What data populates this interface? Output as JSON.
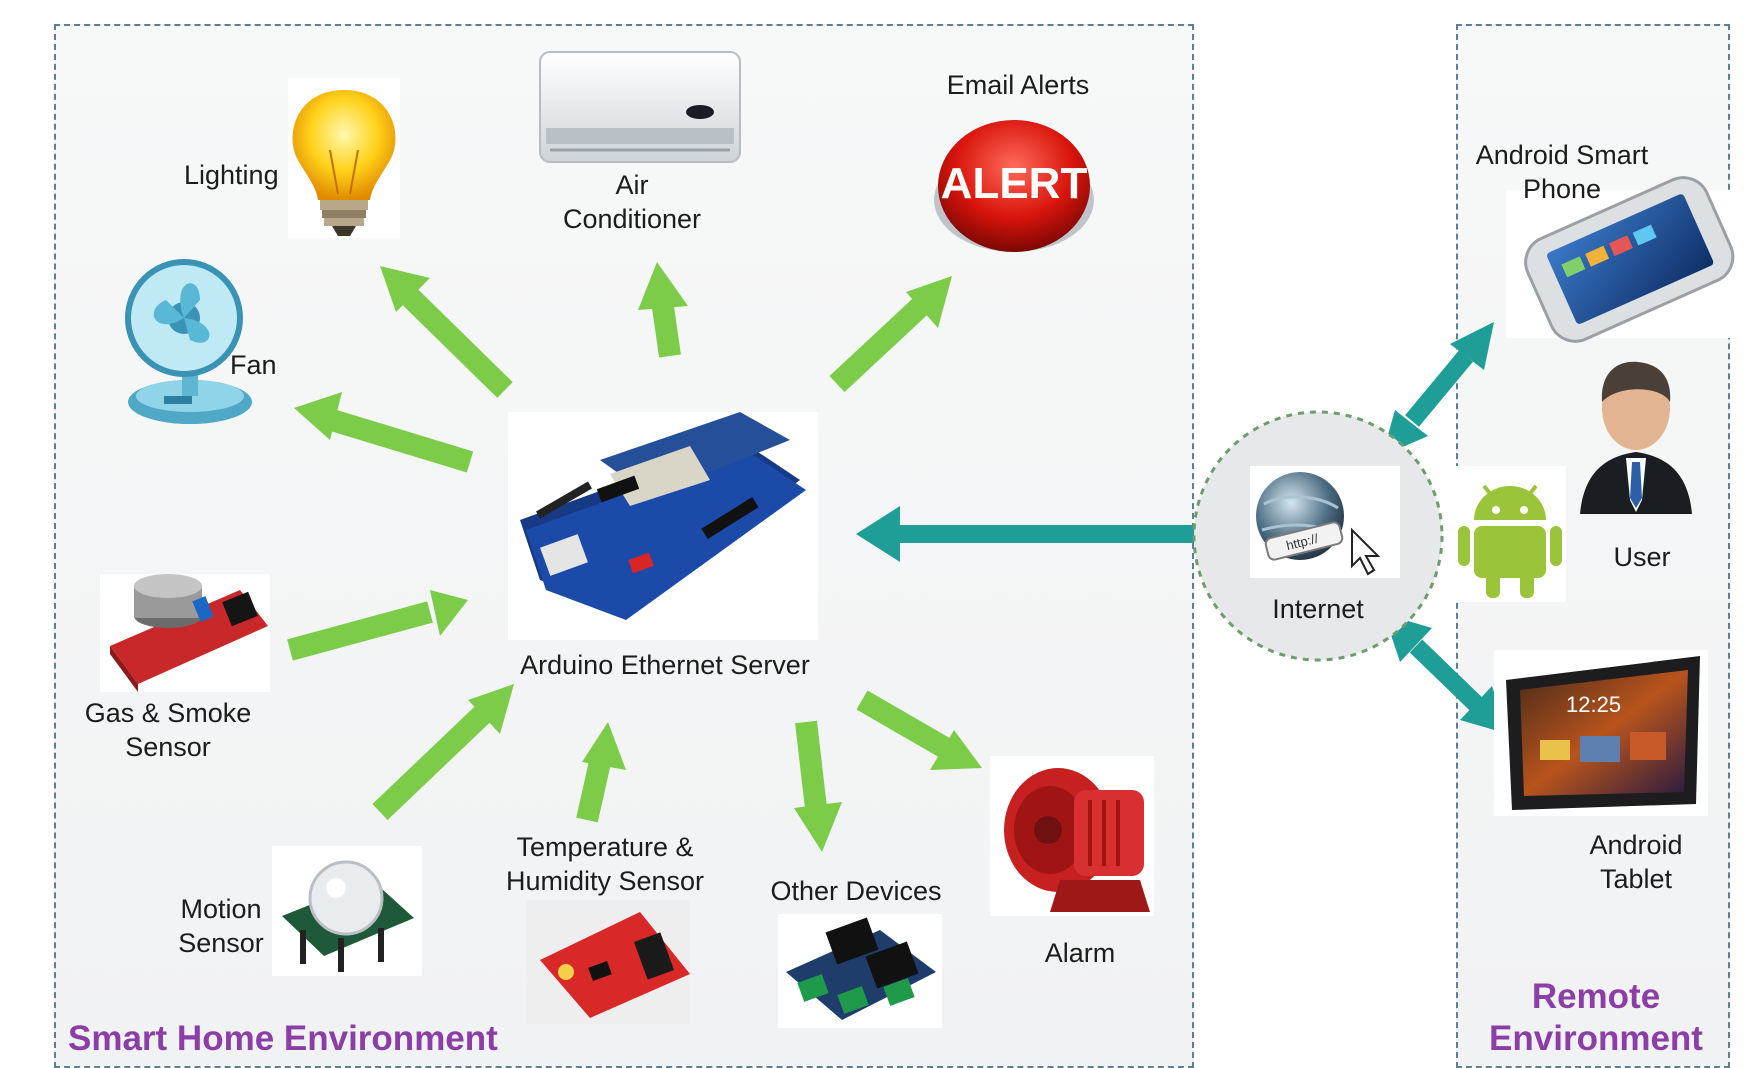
{
  "regions": {
    "home": "Smart Home Environment",
    "remote": "Remote Environment"
  },
  "nodes": {
    "lighting": "Lighting",
    "air_conditioner": "Air Conditioner",
    "email_alerts": "Email Alerts",
    "alert_button_text": "ALERT",
    "fan": "Fan",
    "gas_smoke_sensor": "Gas & Smoke Sensor",
    "motion_sensor": "Motion Sensor",
    "temperature_humidity_sensor": "Temperature & Humidity Sensor",
    "other_devices": "Other Devices",
    "alarm": "Alarm",
    "arduino_server": "Arduino Ethernet Server",
    "internet": "Internet",
    "android_smart_phone": "Android Smart Phone",
    "user": "User",
    "android_tablet": "Android Tablet",
    "url_text": "http://",
    "tablet_clock": "12:25"
  },
  "colors": {
    "green_arrow": "#7ccc4a",
    "teal_arrow": "#1e9e96",
    "region_border": "#5b7f95",
    "region_title": "#8a3ea6"
  }
}
